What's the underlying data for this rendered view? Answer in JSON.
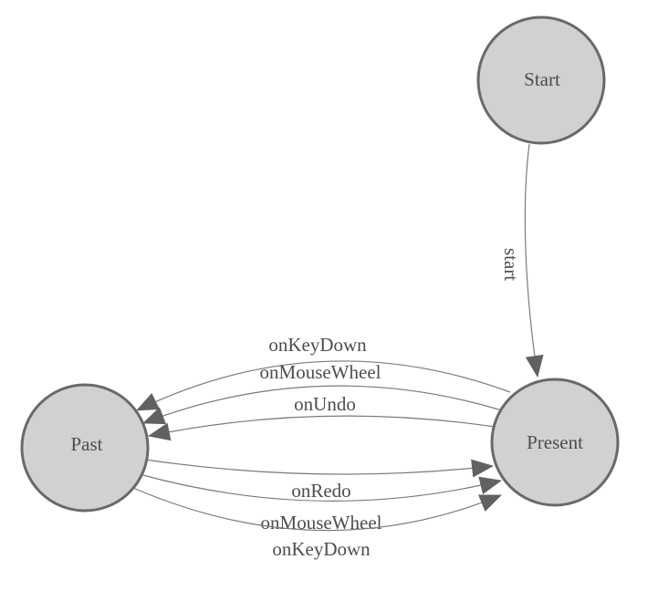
{
  "diagram": {
    "type": "state-machine",
    "nodes": [
      {
        "id": "start",
        "label": "Start"
      },
      {
        "id": "past",
        "label": "Past"
      },
      {
        "id": "present",
        "label": "Present"
      }
    ],
    "edges": [
      {
        "from": "Start",
        "to": "Present",
        "label": "start"
      },
      {
        "from": "Present",
        "to": "Past",
        "label": "onKeyDown"
      },
      {
        "from": "Present",
        "to": "Past",
        "label": "onMouseWheel"
      },
      {
        "from": "Present",
        "to": "Past",
        "label": "onUndo"
      },
      {
        "from": "Past",
        "to": "Present",
        "label": "onRedo"
      },
      {
        "from": "Past",
        "to": "Present",
        "label": "onMouseWheel"
      },
      {
        "from": "Past",
        "to": "Present",
        "label": "onKeyDown"
      }
    ],
    "colors": {
      "background": "#ffffff",
      "node_fill": "#d1d1d1",
      "node_border": "#696969",
      "edge_line": "#7a7a7a",
      "arrowhead": "#616161",
      "text": "#4d4d4d"
    }
  }
}
